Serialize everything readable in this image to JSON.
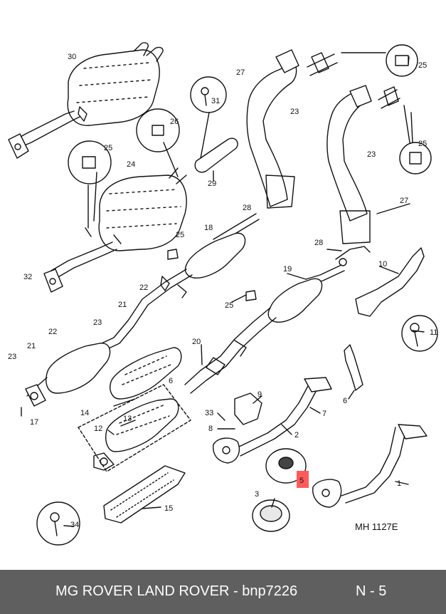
{
  "diagram": {
    "code": "MH 1127E",
    "highlight_color": "#ff5a5a",
    "callouts": [
      {
        "id": "c1",
        "label": "1"
      },
      {
        "id": "c2",
        "label": "2"
      },
      {
        "id": "c3",
        "label": "3"
      },
      {
        "id": "c5",
        "label": "5"
      },
      {
        "id": "c6a",
        "label": "6"
      },
      {
        "id": "c6b",
        "label": "6"
      },
      {
        "id": "c7",
        "label": "7"
      },
      {
        "id": "c8",
        "label": "8"
      },
      {
        "id": "c9",
        "label": "9"
      },
      {
        "id": "c10",
        "label": "10"
      },
      {
        "id": "c11",
        "label": "11"
      },
      {
        "id": "c12",
        "label": "12"
      },
      {
        "id": "c13",
        "label": "13"
      },
      {
        "id": "c14",
        "label": "14"
      },
      {
        "id": "c15",
        "label": "15"
      },
      {
        "id": "c17",
        "label": "17"
      },
      {
        "id": "c18",
        "label": "18"
      },
      {
        "id": "c19",
        "label": "19"
      },
      {
        "id": "c20",
        "label": "20"
      },
      {
        "id": "c21a",
        "label": "21"
      },
      {
        "id": "c21b",
        "label": "21"
      },
      {
        "id": "c22a",
        "label": "22"
      },
      {
        "id": "c22b",
        "label": "22"
      },
      {
        "id": "c23a",
        "label": "23"
      },
      {
        "id": "c23b",
        "label": "23"
      },
      {
        "id": "c23c",
        "label": "23"
      },
      {
        "id": "c23d",
        "label": "23"
      },
      {
        "id": "c24",
        "label": "24"
      },
      {
        "id": "c25a",
        "label": "25"
      },
      {
        "id": "c25b",
        "label": "25"
      },
      {
        "id": "c25c",
        "label": "25"
      },
      {
        "id": "c25d",
        "label": "25"
      },
      {
        "id": "c25e",
        "label": "25"
      },
      {
        "id": "c26",
        "label": "26"
      },
      {
        "id": "c27a",
        "label": "27"
      },
      {
        "id": "c27b",
        "label": "27"
      },
      {
        "id": "c28a",
        "label": "28"
      },
      {
        "id": "c28b",
        "label": "28"
      },
      {
        "id": "c29",
        "label": "29"
      },
      {
        "id": "c30",
        "label": "30"
      },
      {
        "id": "c31",
        "label": "31"
      },
      {
        "id": "c32",
        "label": "32"
      },
      {
        "id": "c33",
        "label": "33"
      },
      {
        "id": "c34",
        "label": "34"
      }
    ]
  },
  "footer": {
    "title": "MG ROVER LAND ROVER - bnp7226",
    "page": "N - 5"
  }
}
